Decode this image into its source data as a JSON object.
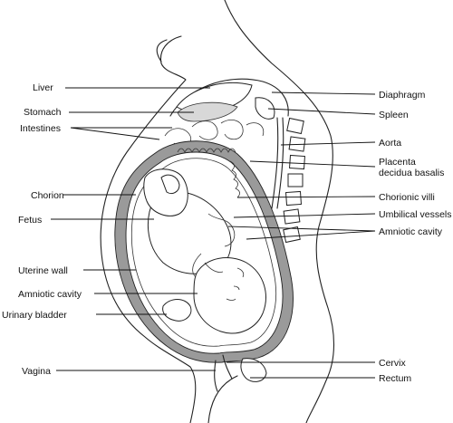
{
  "labels": {
    "liver": "Liver",
    "stomach": "Stomach",
    "intestines": "Intestines",
    "chorion": "Chorion",
    "fetus": "Fetus",
    "uterine_wall": "Uterine wall",
    "amniotic_cavity_left": "Amniotic cavity",
    "urinary_bladder": "Urinary bladder",
    "vagina": "Vagina",
    "diaphragm": "Diaphragm",
    "spleen": "Spleen",
    "aorta": "Aorta",
    "placenta_line1": "Placenta",
    "placenta_line2": "decidua basalis",
    "chorionic_villi": "Chorionic villi",
    "umbilical_vessels": "Umbilical vessels",
    "amniotic_cavity_right": "Amniotic cavity",
    "cervix": "Cervix",
    "rectum": "Rectum"
  }
}
